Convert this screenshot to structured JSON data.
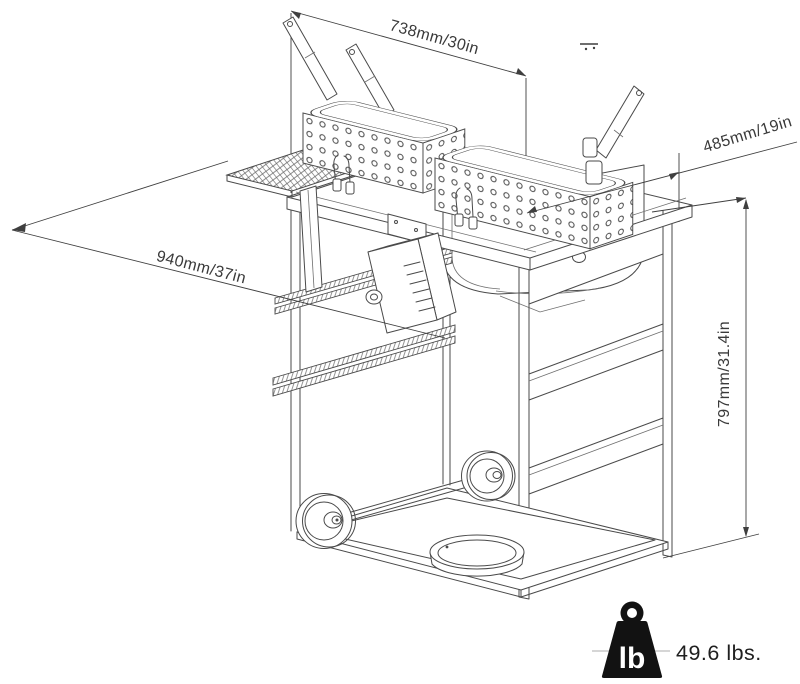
{
  "drawing": {
    "title_hint": "",
    "dimension_labels": {
      "width_top": "738mm/30in",
      "depth": "485mm/19in",
      "width_total": "940mm/37in",
      "height": "797mm/31.4in"
    },
    "weight": {
      "icon_text": "lb",
      "value": "49.6 lbs."
    },
    "colors": {
      "line": "#4a4a4a",
      "dimension_text": "#3a3a3a",
      "weight_icon": "#121212",
      "weight_text": "#1f1f1f",
      "background": "#ffffff"
    }
  }
}
